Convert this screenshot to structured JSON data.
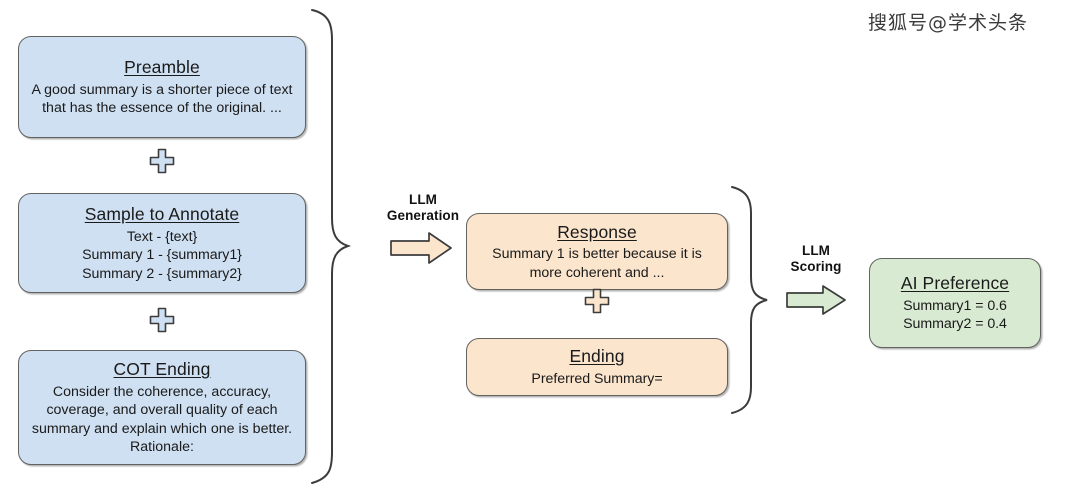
{
  "watermark": {
    "text": "搜狐号@学术头条"
  },
  "colors": {
    "prompt_fill": "#cfe0f2",
    "response_fill": "#fbe5cd",
    "preference_fill": "#d9ead3",
    "stroke": "#62625f",
    "text": "#1a1a1a"
  },
  "prompt_column": {
    "boxes": [
      {
        "title": "Preamble",
        "body": "A good summary is a shorter piece of text that has the essence of the original. ..."
      },
      {
        "title": "Sample to Annotate",
        "lines": [
          "Text - {text}",
          "Summary 1 - {summary1}",
          "Summary 2 - {summary2}"
        ]
      },
      {
        "title": "COT Ending",
        "body": "Consider the coherence, accuracy, coverage, and overall quality of each summary and explain which one is better. Rationale:"
      }
    ],
    "connectors": [
      "plus-icon",
      "plus-icon"
    ]
  },
  "generation_stage": {
    "label_line1": "LLM",
    "label_line2": "Generation",
    "arrow": "right-arrow-icon"
  },
  "response_column": {
    "boxes": [
      {
        "title": "Response",
        "body": "Summary 1 is better because it is more coherent and ..."
      },
      {
        "title": "Ending",
        "lines": [
          "Preferred Summary="
        ]
      }
    ],
    "connectors": [
      "plus-icon"
    ]
  },
  "scoring_stage": {
    "label_line1": "LLM",
    "label_line2": "Scoring",
    "arrow": "right-arrow-icon"
  },
  "preference_box": {
    "title": "AI Preference",
    "lines": [
      "Summary1 = 0.6",
      "Summary2 = 0.4"
    ]
  }
}
